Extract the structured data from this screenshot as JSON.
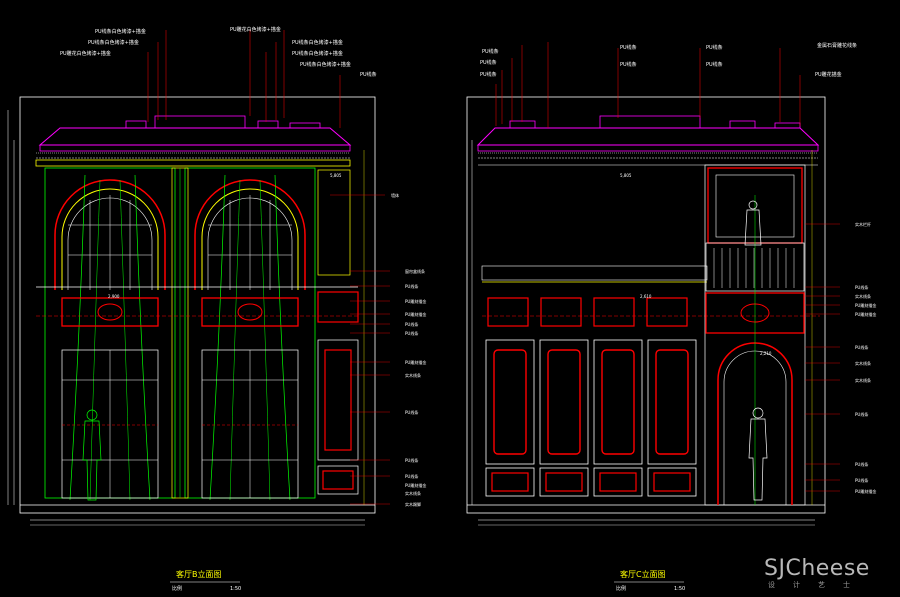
{
  "drawing": {
    "left_title": "客厅B立面图",
    "right_title": "客厅C立面图",
    "left_scale_label": "比例",
    "left_scale_value": "1:50",
    "right_scale_label": "比例",
    "right_scale_value": "1:50",
    "left_dim_top": "5,805",
    "right_dim_top": "5,805",
    "left_center_mark": "墙体",
    "left_band_dim": "2,900",
    "right_band_dim": "2,610",
    "right_arch_dim": "2,210"
  },
  "left_callouts": [
    "PU线条白色烤漆+描金",
    "PU线条白色烤漆+描金",
    "PU雕花白色烤漆+描金",
    "PU雕花白色烤漆+描金",
    "PU线条白色烤漆+描金",
    "PU线条白色烤漆+描金",
    "PU线条白色烤漆+描金",
    "PU线条"
  ],
  "left_side_callouts": [
    "窗帘盒线条",
    "PU线条",
    "PU雕刻描金",
    "PU雕刻描金",
    "PU线条",
    "PU线条",
    "PU雕刻描金",
    "实木线条",
    "PU线条",
    "PU线条",
    "PU线条",
    "PU雕刻描金",
    "实木线条",
    "实木踢脚"
  ],
  "right_callouts": [
    "PU线条",
    "PU线条",
    "PU线条",
    "PU线条",
    "PU线条",
    "PU线条",
    "PU线条",
    "金属石膏雕花线条",
    "PU雕花描金"
  ],
  "right_side_callouts": [
    "实木栏杆",
    "PU线条",
    "实木线条",
    "PU雕刻描金",
    "PU雕刻描金",
    "PU线条",
    "实木线条",
    "实木线条",
    "PU线条",
    "PU线条",
    "PU线条",
    "PU雕刻描金"
  ],
  "watermark": {
    "brand": "SJCheese",
    "sub": "设计艺士"
  },
  "colors": {
    "background": "#000000",
    "red": "#ff0000",
    "green": "#00ff00",
    "yellow": "#ffff00",
    "magenta": "#ff00ff",
    "white": "#ffffff",
    "grey": "#9a9a9a"
  }
}
